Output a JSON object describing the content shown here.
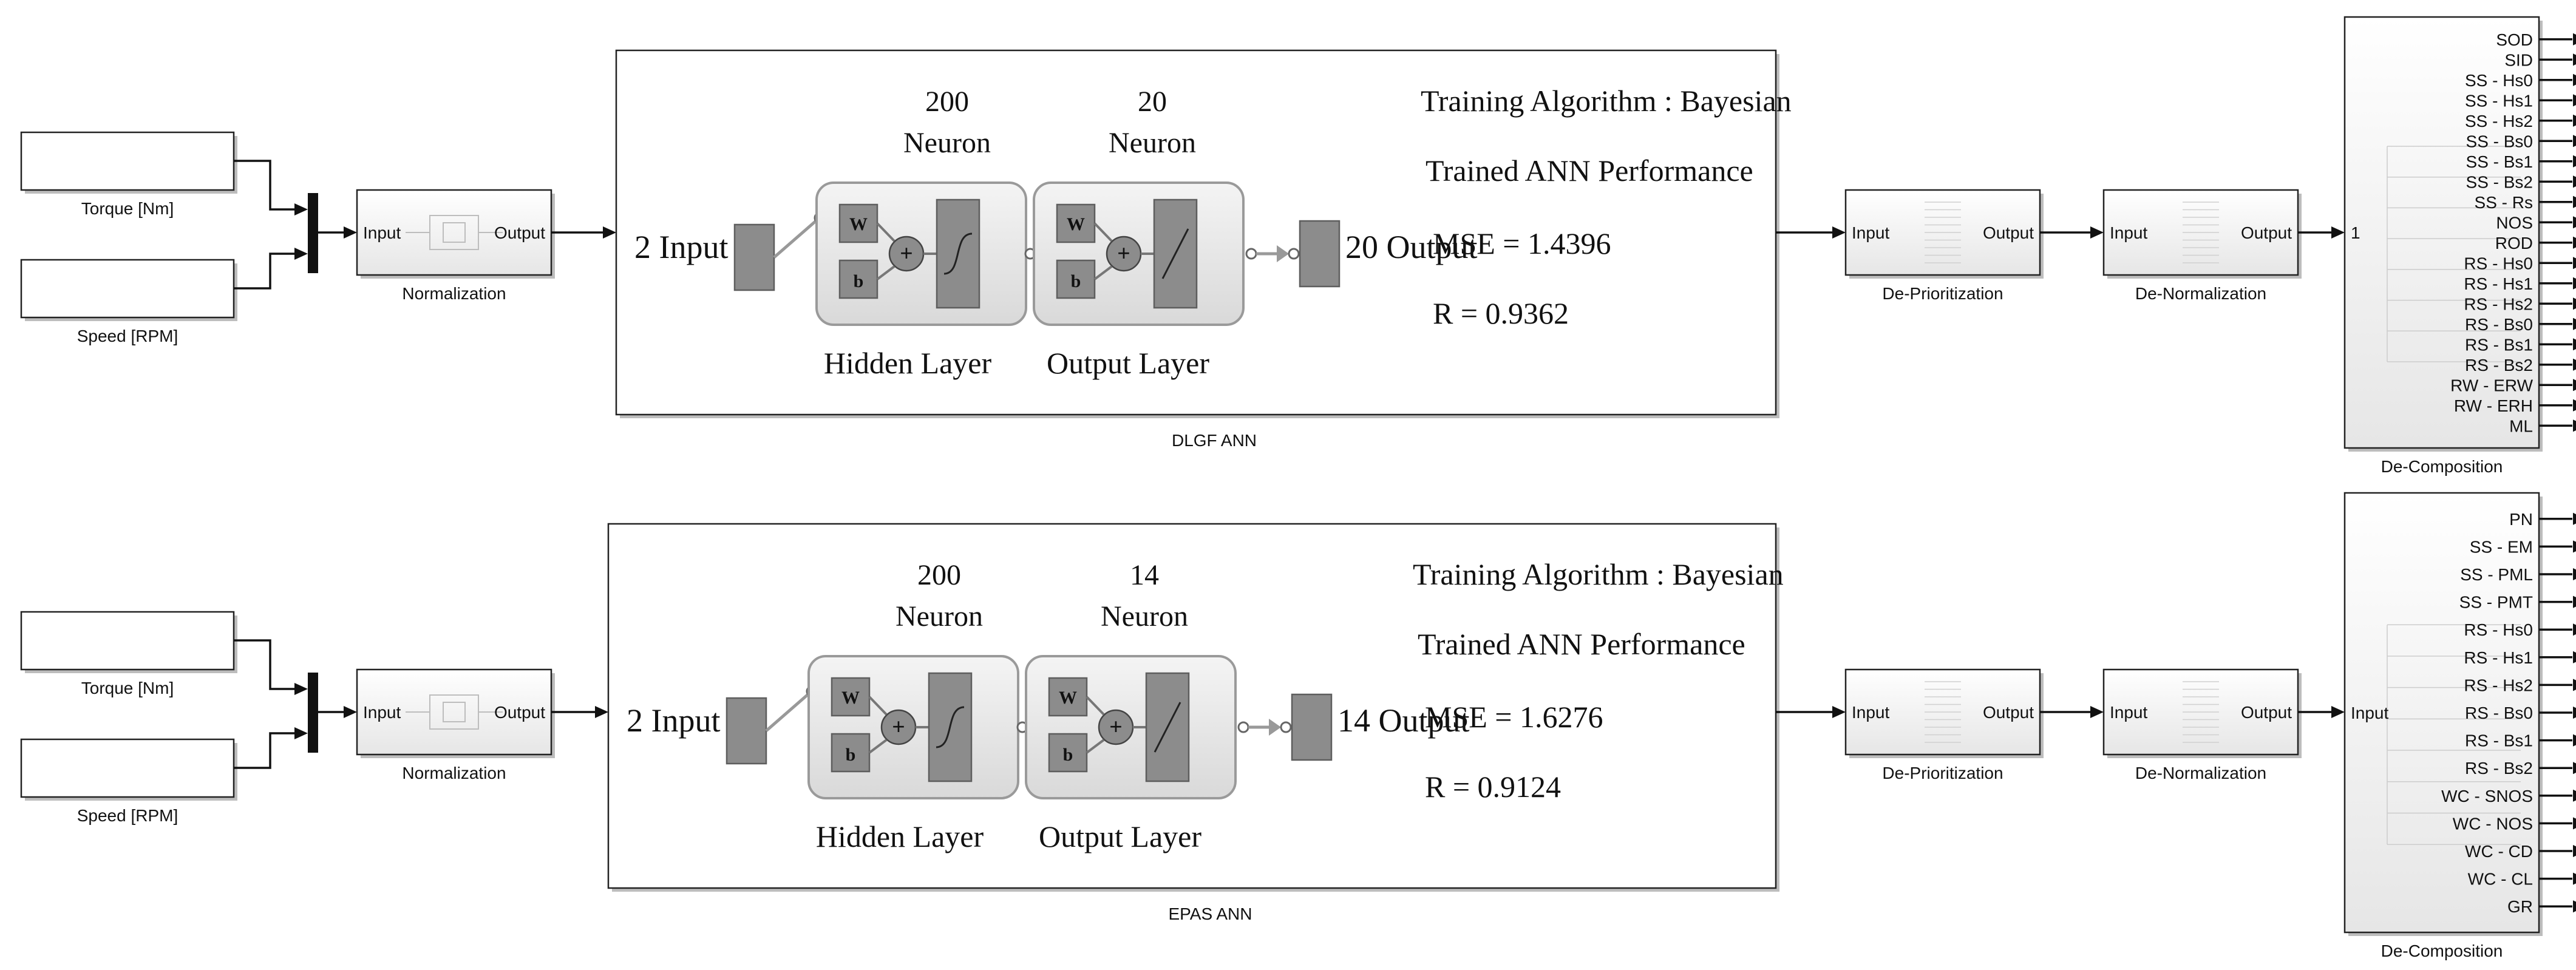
{
  "diagrams": [
    {
      "inputs": [
        "Torque [Nm]",
        "Speed [RPM]"
      ],
      "normalization": {
        "label": "Normalization",
        "in": "Input",
        "out": "Output"
      },
      "ann": {
        "caption": "DLGF  ANN",
        "input_text": "2 Input",
        "output_text": "20 Output",
        "hidden_count": "200",
        "hidden_unit": "Neuron",
        "output_count": "20",
        "output_unit": "Neuron",
        "hidden_layer": "Hidden Layer",
        "output_layer": "Output Layer",
        "algorithm": "Training Algorithm : Bayesian",
        "performance": "Trained ANN Performance",
        "mse": "MSE = 1.4396",
        "r": "R = 0.9362"
      },
      "deprior": {
        "label": "De-Prioritization",
        "in": "Input",
        "out": "Output"
      },
      "denorm": {
        "label": "De-Normalization",
        "in": "Input",
        "out": "Output"
      },
      "decomp": {
        "label": "De-Composition",
        "in": "1",
        "outputs": [
          "SOD",
          "SID",
          "SS - Hs0",
          "SS - Hs1",
          "SS - Hs2",
          "SS - Bs0",
          "SS - Bs1",
          "SS - Bs2",
          "SS - Rs",
          "NOS",
          "ROD",
          "RS - Hs0",
          "RS - Hs1",
          "RS - Hs2",
          "RS - Bs0",
          "RS - Bs1",
          "RS - Bs2",
          "RW - ERW",
          "RW - ERH",
          "ML"
        ]
      }
    },
    {
      "inputs": [
        "Torque [Nm]",
        "Speed [RPM]"
      ],
      "normalization": {
        "label": "Normalization",
        "in": "Input",
        "out": "Output"
      },
      "ann": {
        "caption": "EPAS  ANN",
        "input_text": "2 Input",
        "output_text": "14 Output",
        "hidden_count": "200",
        "hidden_unit": "Neuron",
        "output_count": "14",
        "output_unit": "Neuron",
        "hidden_layer": "Hidden Layer",
        "output_layer": "Output Layer",
        "algorithm": "Training Algorithm : Bayesian",
        "performance": "Trained ANN Performance",
        "mse": "MSE = 1.6276",
        "r": "R = 0.9124"
      },
      "deprior": {
        "label": "De-Prioritization",
        "in": "Input",
        "out": "Output"
      },
      "denorm": {
        "label": "De-Normalization",
        "in": "Input",
        "out": "Output"
      },
      "decomp": {
        "label": "De-Composition",
        "in": "Input",
        "outputs": [
          "PN",
          "SS - EM",
          "SS - PML",
          "SS - PMT",
          "RS - Hs0",
          "RS - Hs1",
          "RS - Hs2",
          "RS - Bs0",
          "RS - Bs1",
          "RS - Bs2",
          "WC - SNOS",
          "WC - NOS",
          "WC - CD",
          "WC - CL",
          "GR"
        ]
      }
    }
  ],
  "glyphs": {
    "weight": "W",
    "bias": "b",
    "sum": "+"
  }
}
